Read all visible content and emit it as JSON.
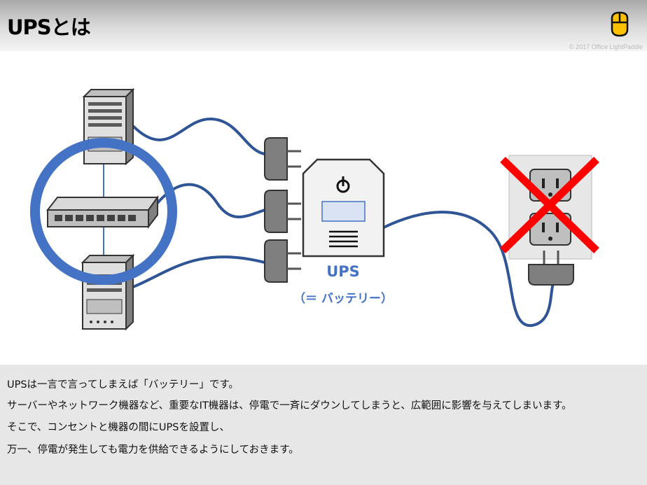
{
  "header": {
    "title": "UPSとは",
    "copyright": "© 2017 Office LightPaddle",
    "icon": "mouse-icon"
  },
  "diagram": {
    "ups_label": "UPS",
    "ups_sublabel": "（＝ バッテリー）",
    "colors": {
      "cable": "#2f5597",
      "highlight": "#4472c4",
      "cross": "#ff0000"
    }
  },
  "body": {
    "lines": [
      "UPSは一言で言ってしまえば「バッテリー」です。",
      "サーバーやネットワーク機器など、重要なIT機器は、停電で一斉にダウンしてしまうと、広範囲に影響を与えてしまいます。",
      "そこで、コンセントと機器の間にUPSを設置し、",
      "万一、停電が発生しても電力を供給できるようにしておきます。"
    ]
  }
}
